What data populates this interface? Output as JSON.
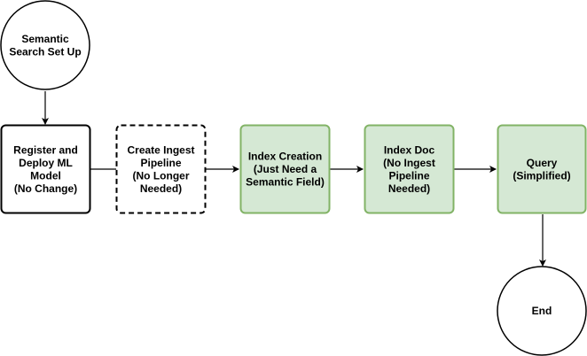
{
  "nodes": {
    "start": {
      "lines": [
        "Semantic",
        "Search Set Up"
      ]
    },
    "register": {
      "lines": [
        "Register and",
        "Deploy ML",
        "Model",
        "(No Change)"
      ]
    },
    "ingest": {
      "lines": [
        "Create Ingest",
        "Pipeline",
        "(No Longer",
        "Needed)"
      ]
    },
    "index_creation": {
      "lines": [
        "Index Creation",
        "(Just Need a",
        "Semantic Field)"
      ]
    },
    "index_doc": {
      "lines": [
        "Index Doc",
        "(No Ingest",
        "Pipeline",
        "Needed)"
      ]
    },
    "query": {
      "lines": [
        "Query",
        "(Simplified)"
      ]
    },
    "end": {
      "lines": [
        "End"
      ]
    }
  },
  "colors": {
    "stroke": "#000000",
    "green_fill": "#d5e8d4",
    "green_stroke": "#82b366",
    "white": "#ffffff"
  }
}
